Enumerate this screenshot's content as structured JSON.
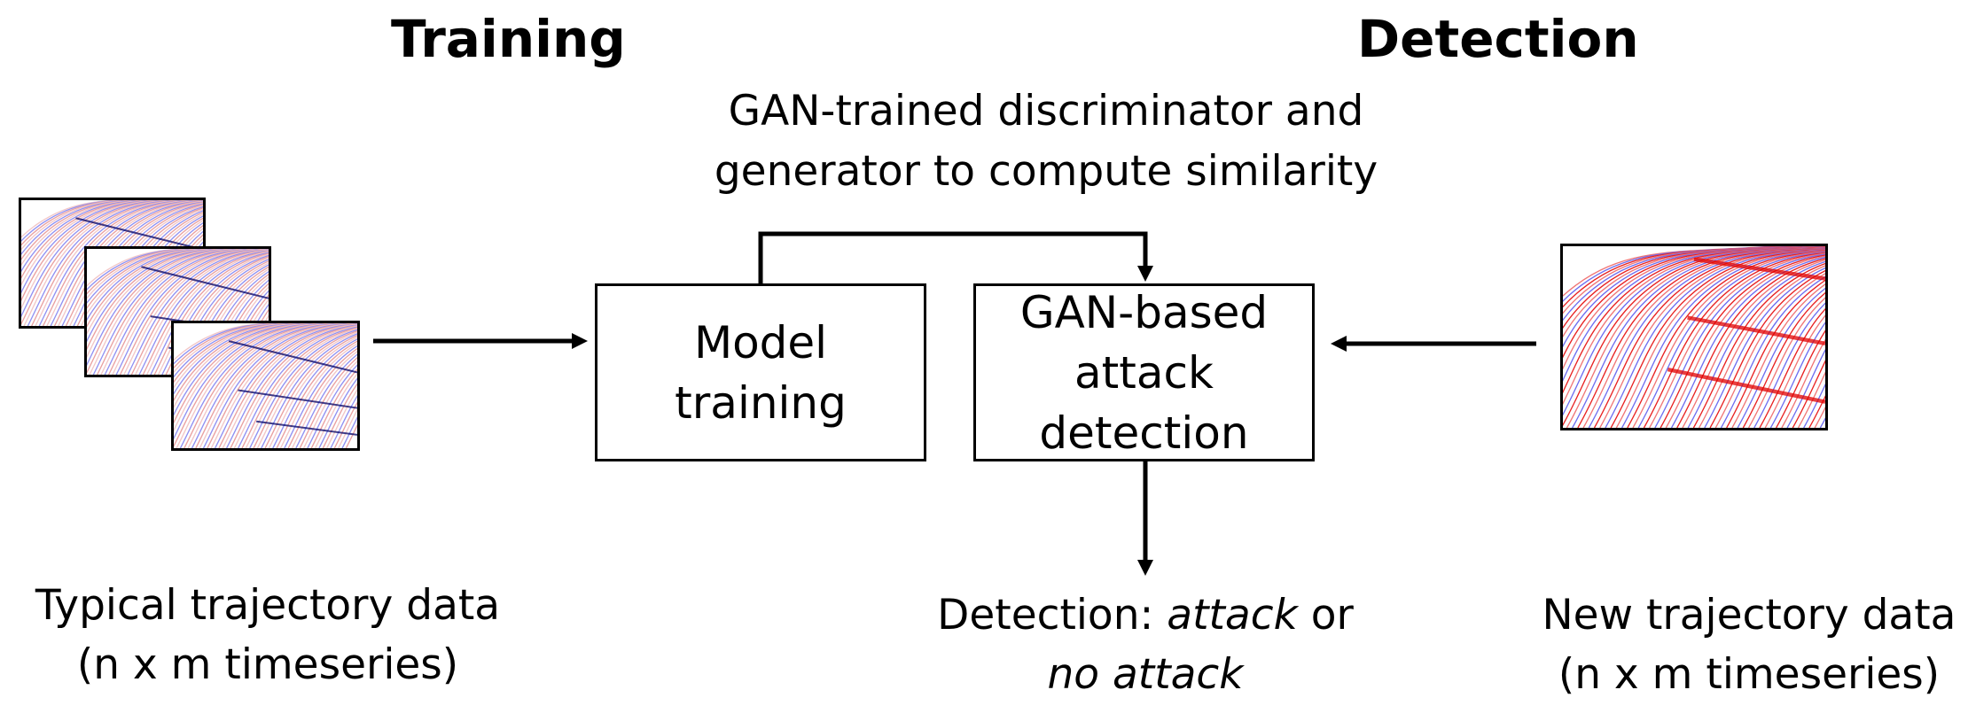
{
  "headings": {
    "training": "Training",
    "detection": "Detection"
  },
  "gan_note": {
    "line1": "GAN-trained discriminator and",
    "line2": "generator to compute similarity"
  },
  "boxes": {
    "model_training": [
      "Model",
      "training"
    ],
    "gan_detection": [
      "GAN-based",
      "attack",
      "detection"
    ]
  },
  "typical_data": {
    "line1": "Typical trajectory data",
    "line2": "(n x m timeseries)"
  },
  "new_data": {
    "line1": "New trajectory data",
    "line2": "(n x m timeseries)"
  },
  "output": {
    "prefix": "Detection: ",
    "attack": "attack",
    "or": " or",
    "no_attack": "no attack"
  },
  "colors": {
    "typical_lines": [
      "#f2c6c6",
      "#8f90f2",
      "#e9a0a0"
    ],
    "typical_band": "#000066",
    "new_lines": [
      "#f07575",
      "#6d6df0",
      "#e82020"
    ],
    "new_band": "#e00000"
  }
}
